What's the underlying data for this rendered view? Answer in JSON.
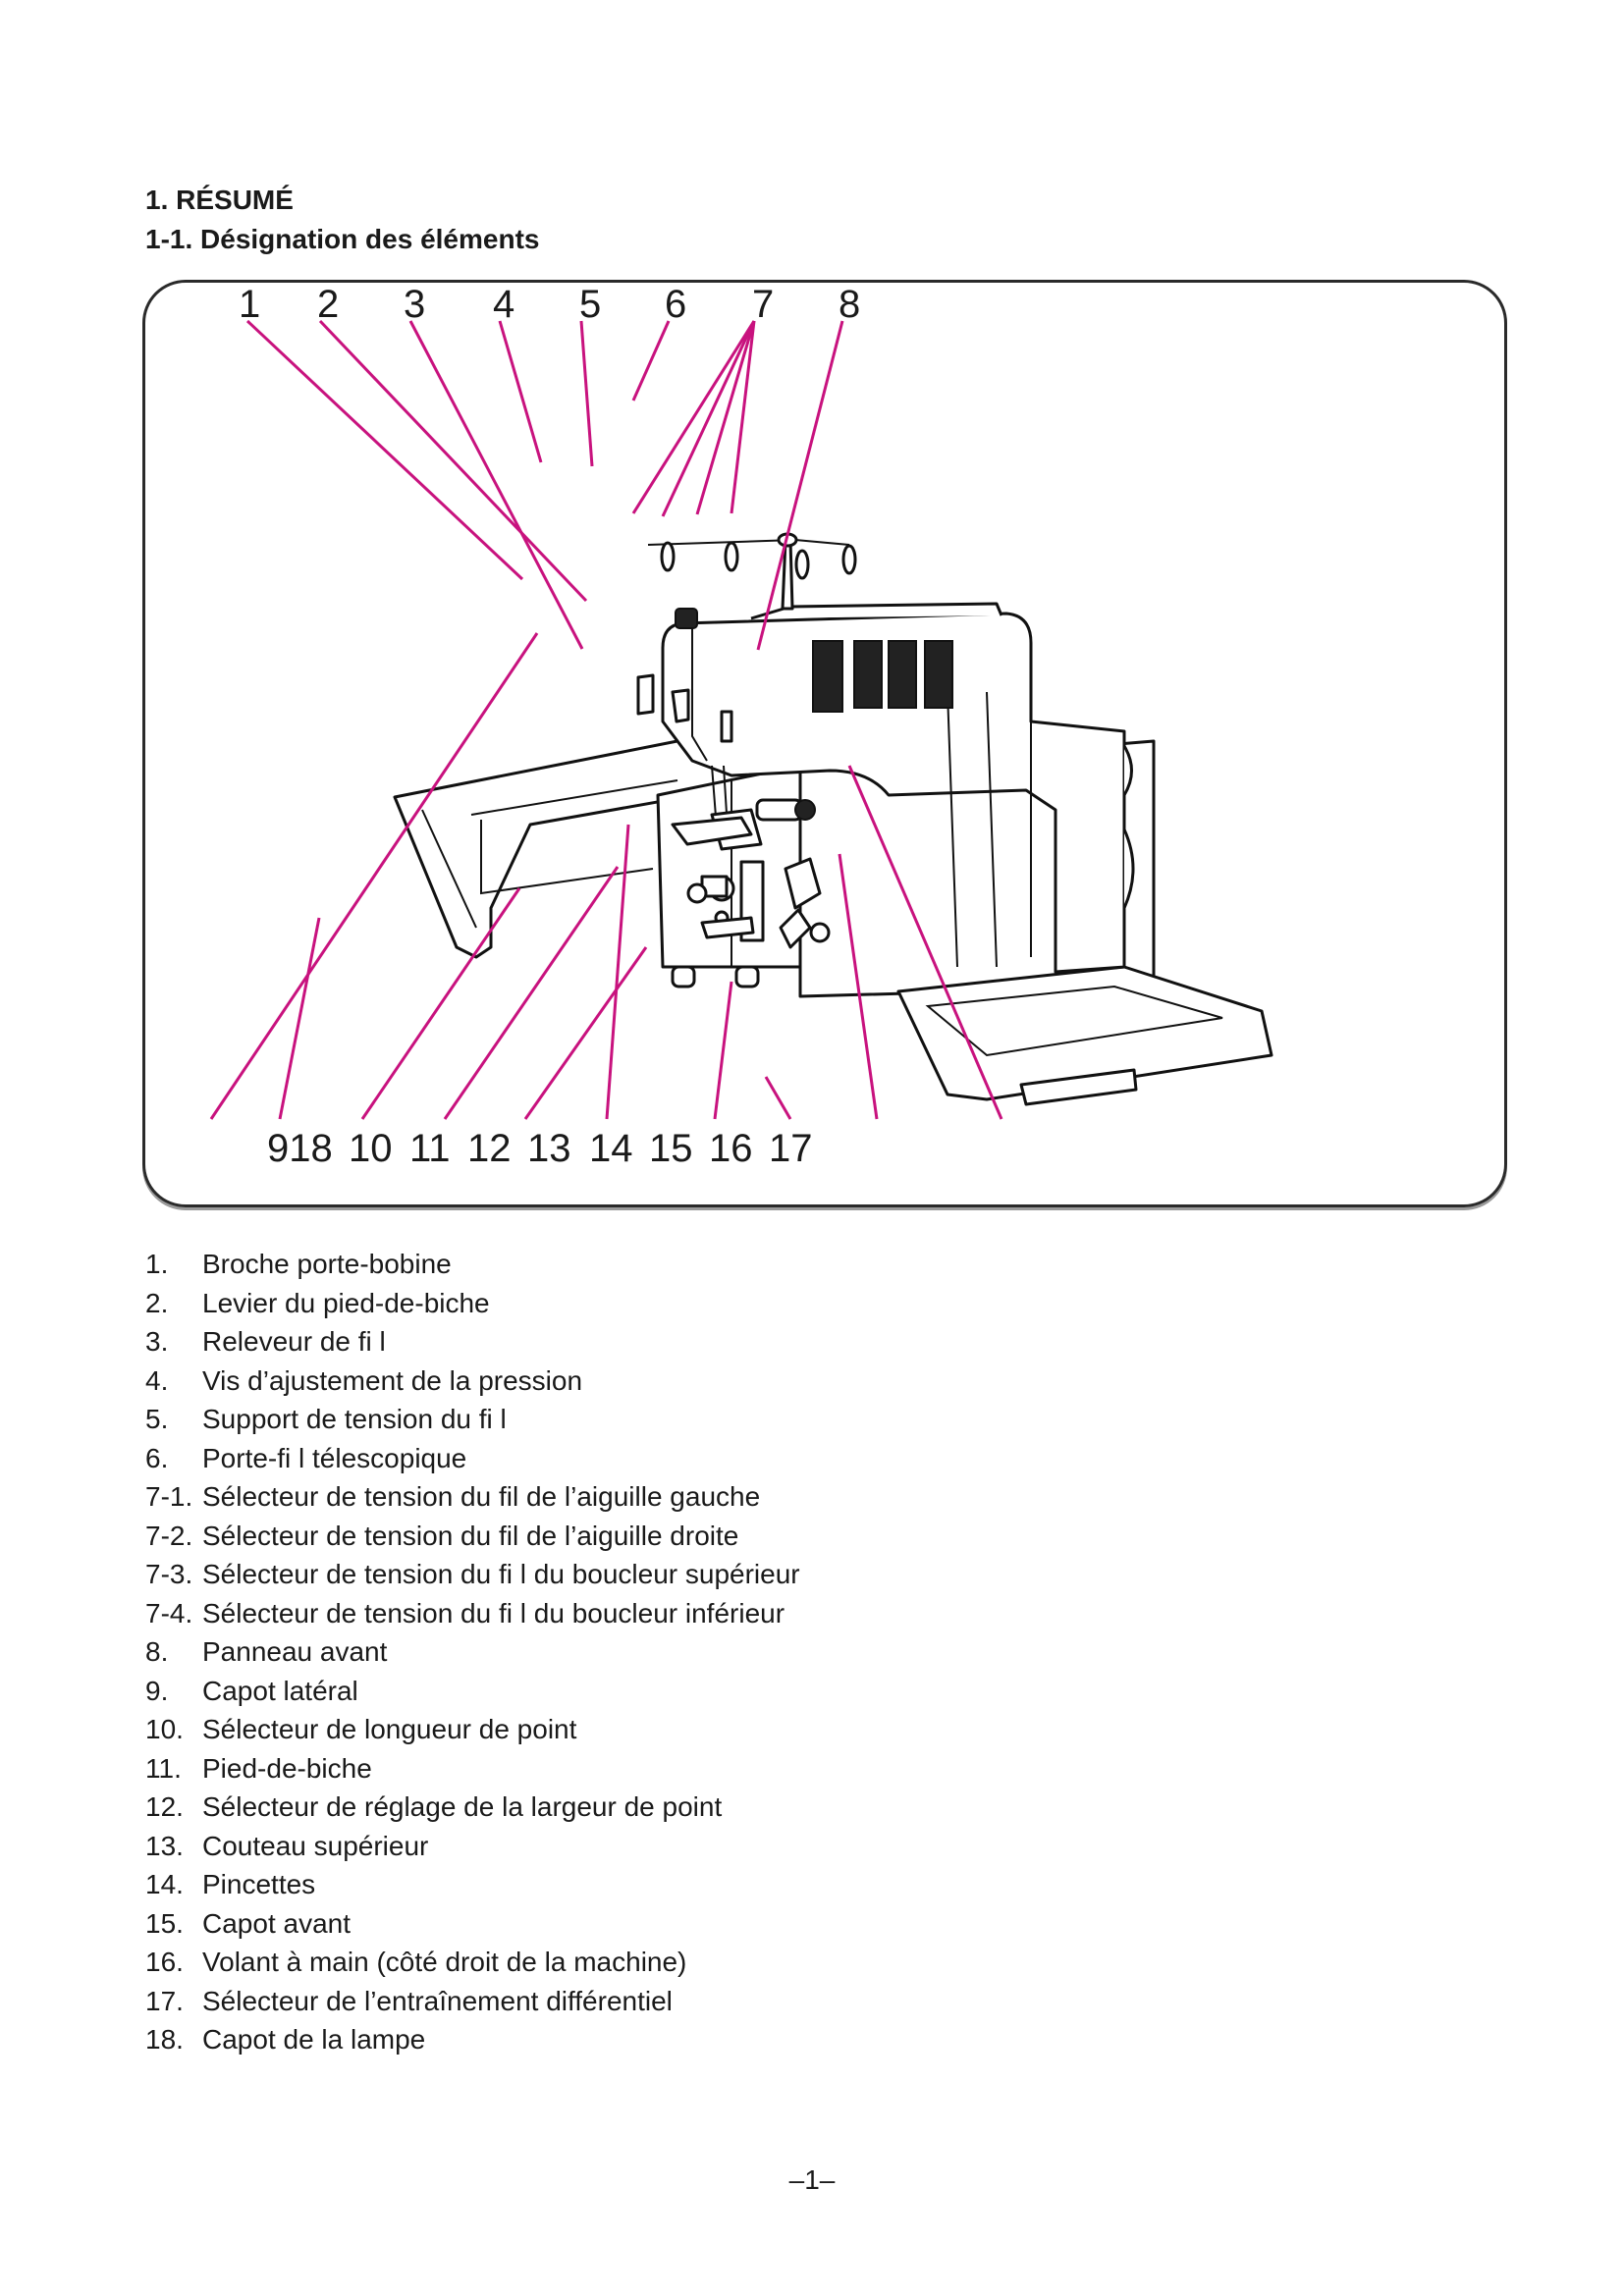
{
  "heading": {
    "section": "1. RÉSUMÉ",
    "subsection": "1-1. Désignation des éléments"
  },
  "diagram": {
    "top_labels": [
      "1",
      "2",
      "3",
      "4",
      "5",
      "6",
      "7",
      "8"
    ],
    "bottom_labels": [
      "918",
      "10",
      "11",
      "12",
      "13",
      "14",
      "15",
      "16",
      "17"
    ],
    "leader_color": "#c8127e"
  },
  "parts": [
    {
      "num": "1.",
      "label": "Broche porte-bobine"
    },
    {
      "num": "2.",
      "label": "Levier du pied-de-biche"
    },
    {
      "num": "3.",
      "label": "Releveur de fi l"
    },
    {
      "num": "4.",
      "label": "Vis d’ajustement de la pression"
    },
    {
      "num": "5.",
      "label": "Support de tension du fi l"
    },
    {
      "num": "6.",
      "label": "Porte-fi l télescopique"
    },
    {
      "num": "7-1.",
      "label": "Sélecteur de tension du fil de l’aiguille gauche"
    },
    {
      "num": "7-2.",
      "label": "Sélecteur de tension du fil de l’aiguille droite"
    },
    {
      "num": "7-3.",
      "label": "Sélecteur de tension du fi l du boucleur supérieur"
    },
    {
      "num": "7-4.",
      "label": "Sélecteur de tension du fi l du boucleur inférieur"
    },
    {
      "num": "8.",
      "label": "Panneau avant"
    },
    {
      "num": "9.",
      "label": "Capot latéral"
    },
    {
      "num": "10.",
      "label": "Sélecteur de longueur de point"
    },
    {
      "num": "11.",
      "label": "Pied-de-biche"
    },
    {
      "num": "12.",
      "label": "Sélecteur de réglage de la largeur de point"
    },
    {
      "num": "13.",
      "label": "Couteau supérieur"
    },
    {
      "num": "14.",
      "label": "Pincettes"
    },
    {
      "num": "15.",
      "label": "Capot avant"
    },
    {
      "num": "16.",
      "label": "Volant à main (côté droit de la machine)"
    },
    {
      "num": "17.",
      "label": "Sélecteur de l’entraînement différentiel"
    },
    {
      "num": "18.",
      "label": "Capot de la lampe"
    }
  ],
  "footer": {
    "page_number": "–1–"
  }
}
